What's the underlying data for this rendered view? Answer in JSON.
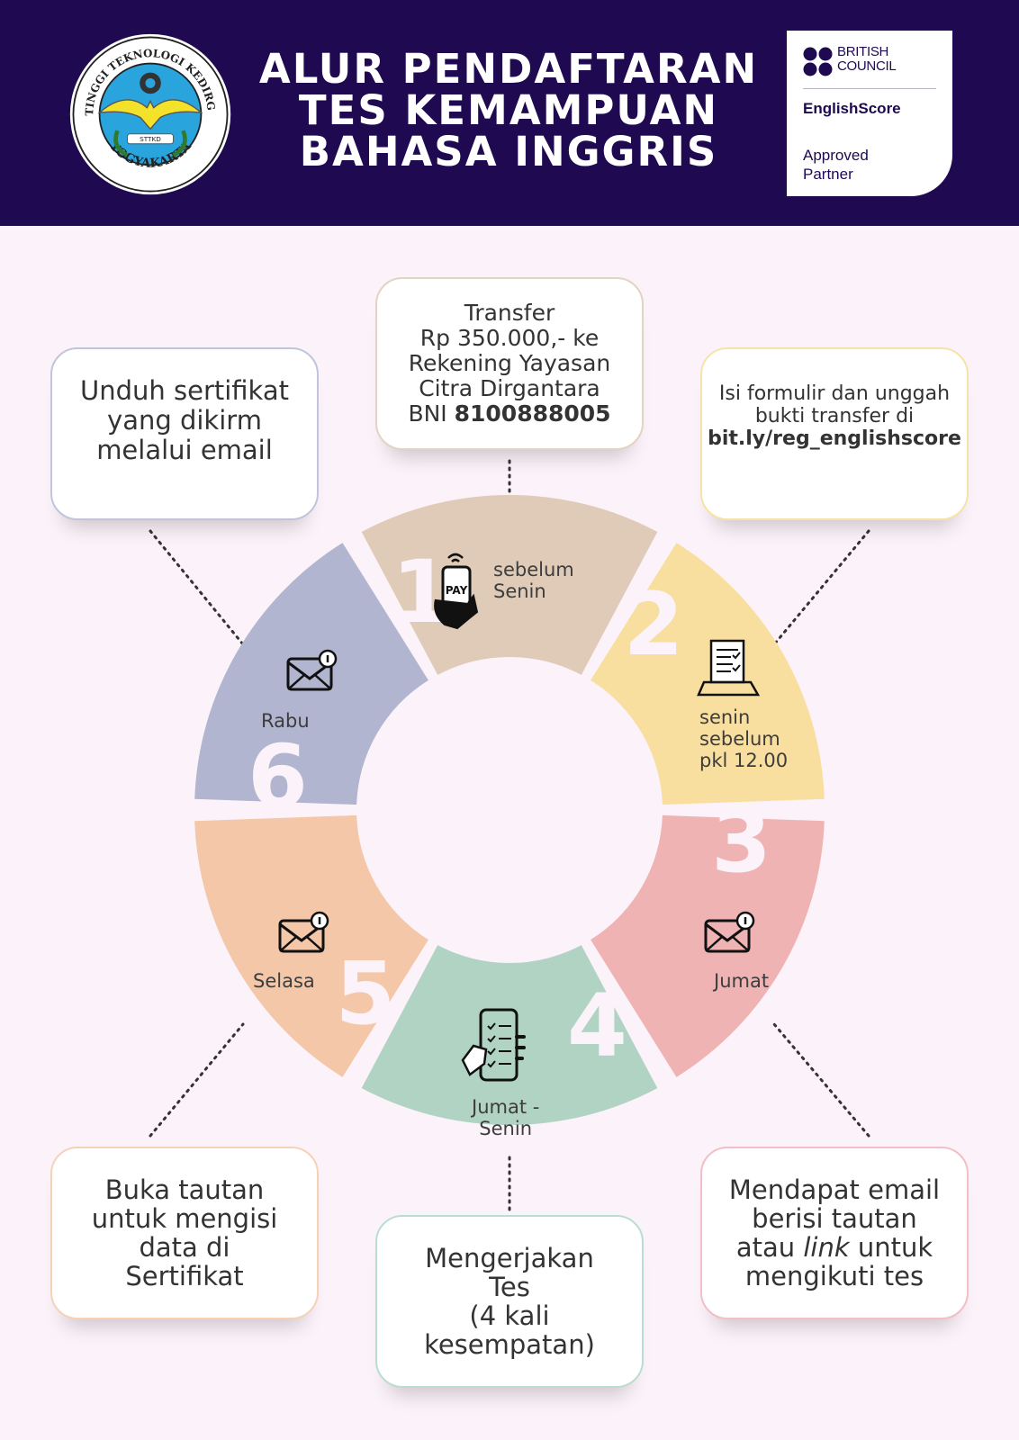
{
  "header": {
    "title_lines": [
      "ALUR PENDAFTARAN",
      "TES KEMAMPUAN",
      "BAHASA INGGRIS"
    ],
    "seal": {
      "top_text": "SEKOLAH TINGGI TEKNOLOGI KEDIRGANTARAAN",
      "bottom_text": "YOGYAKARTA",
      "ribbon_text": "STTKD"
    },
    "partner": {
      "name_line1": "BRITISH",
      "name_line2": "COUNCIL",
      "product": "EnglishScore",
      "badge_line1": "Approved",
      "badge_line2": "Partner"
    }
  },
  "steps": [
    {
      "when_lines": [
        "sebelum",
        "Senin"
      ],
      "icon": "phone-pay-icon",
      "color": "#dfcbb8",
      "border": "#e2d3c2",
      "box_lines": [
        "Transfer",
        "Rp 350.000,- ke",
        "Rekening Yayasan",
        "Citra Dirgantara",
        "BNI "
      ],
      "account_no": "8100888005"
    },
    {
      "when_lines": [
        "senin",
        "sebelum",
        "pkl 12.00"
      ],
      "icon": "form-laptop-icon",
      "color": "#f8dfa0",
      "border": "#f6e3a8",
      "box_lines": [
        "Isi formulir dan unggah",
        "bukti transfer di"
      ],
      "link": "bit.ly/reg_englishscore"
    },
    {
      "when_lines": [
        "Jumat"
      ],
      "icon": "mail-notification-icon",
      "color": "#efb3b3",
      "border": "#f1bfc4",
      "box_lines": [
        "Mendapat email",
        "berisi tautan",
        "atau ",
        "mengikuti tes"
      ],
      "box_italic": "link",
      "box_after_italic": " untuk"
    },
    {
      "when_lines": [
        "Jumat -",
        "Senin"
      ],
      "icon": "phone-checklist-icon",
      "color": "#b1d3c4",
      "border": "#b9ddd1",
      "box_lines": [
        "Mengerjakan",
        "Tes",
        "(4 kali",
        "kesempatan)"
      ]
    },
    {
      "when_lines": [
        "Selasa"
      ],
      "icon": "mail-notification-icon",
      "color": "#f3c7a7",
      "border": "#f5d2b6",
      "box_lines": [
        "Buka tautan",
        "untuk mengisi",
        "data di",
        "Sertifikat"
      ]
    },
    {
      "when_lines": [
        "Rabu"
      ],
      "icon": "mail-notification-icon",
      "color": "#b1b5cf",
      "border": "#c1c4dd",
      "box_lines": [
        "Unduh sertifikat",
        "yang dikirm",
        "melalui email"
      ]
    }
  ],
  "step_numbers": [
    "1",
    "2",
    "3",
    "4",
    "5",
    "6"
  ],
  "colors": {
    "header_bg": "#1f0a52",
    "page_bg": "#fcf2f9"
  }
}
